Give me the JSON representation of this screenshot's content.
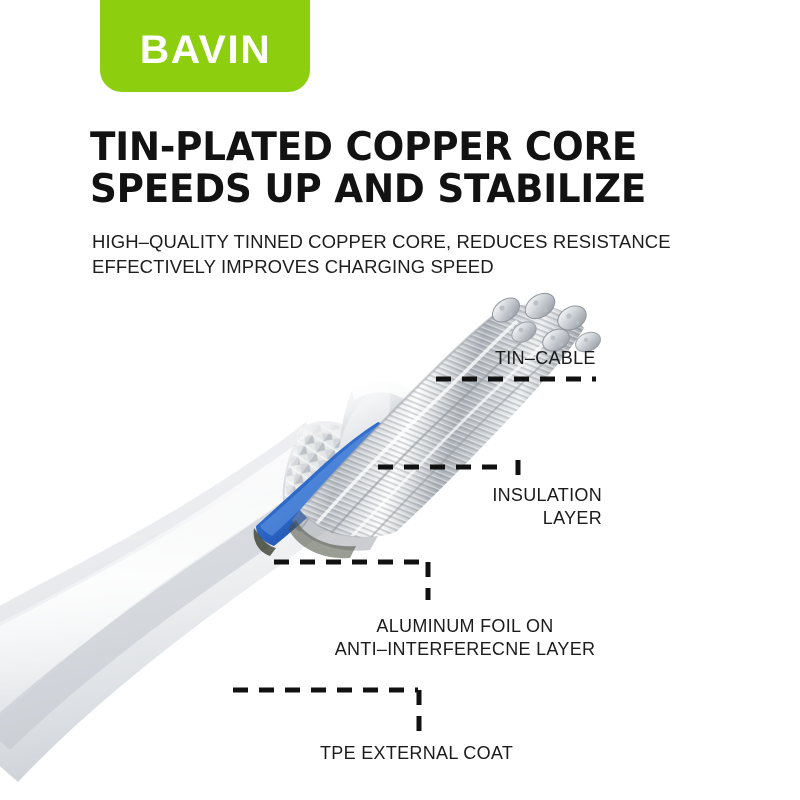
{
  "brand": {
    "name": "BAVIN",
    "badge_color": "#8dce0f"
  },
  "headline": {
    "line1": "TIN-PLATED COPPER CORE",
    "line2": "SPEEDS UP AND STABILIZE"
  },
  "subcopy": {
    "line1": "HIGH–QUALITY TINNED COPPER CORE,  REDUCES RESISTANCE",
    "line2": "EFFECTIVELY IMPROVES CHARGING SPEED"
  },
  "callouts": {
    "tin_cable": {
      "line1": "TIN–CABLE"
    },
    "insulation": {
      "line1": "INSULATION",
      "line2": "LAYER"
    },
    "aluminum_foil": {
      "line1": "ALUMINUM FOIL ON",
      "line2": "ANTI–INTERFERECNE LAYER"
    },
    "tpe_coat": {
      "line1": "TPE EXTERNAL COAT"
    }
  },
  "illustration": {
    "alt": "cut-away usb cable showing tinned copper strands, colored insulated wires, braided foil shield and white tpe jacket",
    "colors": {
      "wire_blue": "#2f6fd0",
      "wire_red": "#e32119",
      "strand_silver": "#c9ccd1",
      "jacket_white": "#f2f3f4",
      "leader_line": "#111111"
    }
  }
}
